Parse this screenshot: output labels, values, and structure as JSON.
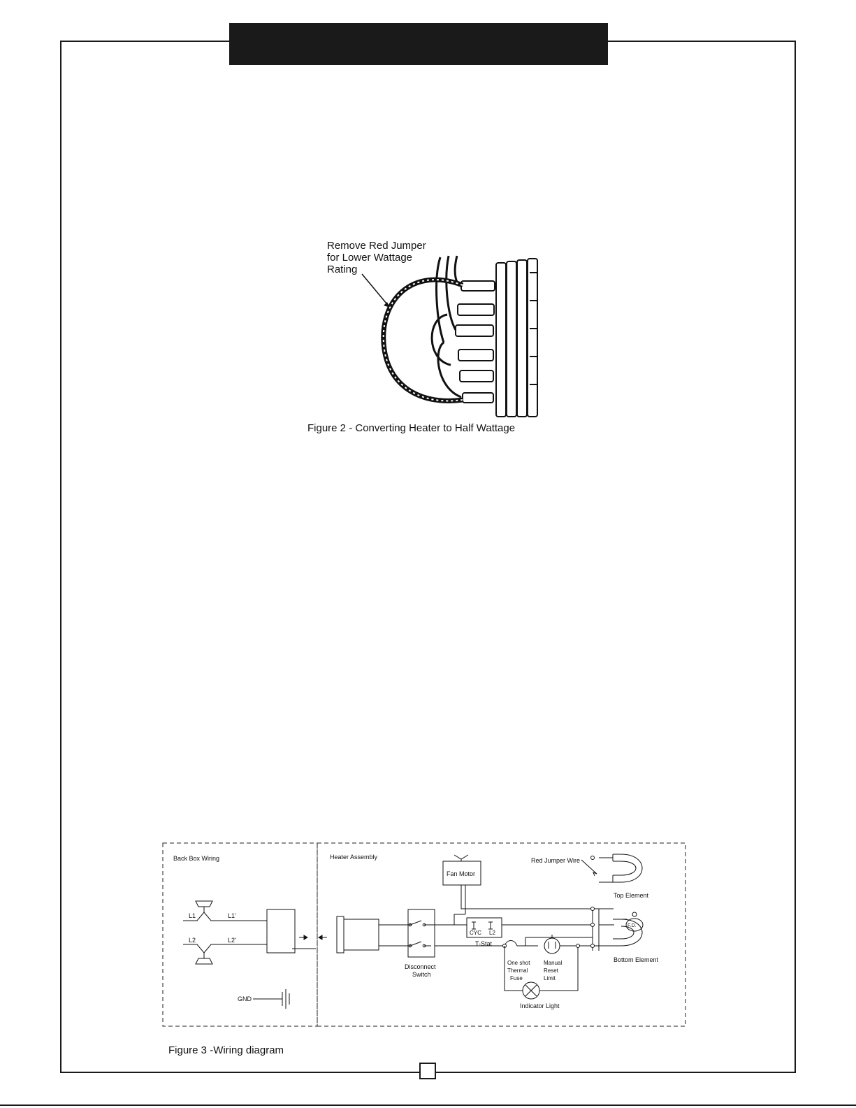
{
  "figure2": {
    "callout": [
      "Remove Red Jumper",
      "for Lower Wattage",
      "Rating"
    ],
    "caption": "Figure 2 - Converting Heater to Half  Wattage"
  },
  "figure3": {
    "caption": "Figure 3 -Wiring diagram",
    "sections": {
      "back_box": "Back Box Wiring",
      "heater": "Heater Assembly"
    },
    "labels": {
      "l1": "L1",
      "l1p": "L1'",
      "l2": "L2",
      "l2p": "L2'",
      "gnd": "GND",
      "fan_motor": "Fan Motor",
      "red_jumper": "Red Jumper Wire",
      "top_element": "Top Element",
      "bottom_element": "Bottom Element",
      "fd": "F.D.",
      "cyc": "CYC",
      "l2_tstat": "L2",
      "tstat": "T-Stat",
      "disconnect_1": "Disconnect",
      "disconnect_2": "Switch",
      "fuse_1": "One shot",
      "fuse_2": "Thermal",
      "fuse_3": "Fuse",
      "reset_1": "Manual",
      "reset_2": "Reset",
      "reset_3": "Limit",
      "indicator": "Indicator Light"
    }
  }
}
